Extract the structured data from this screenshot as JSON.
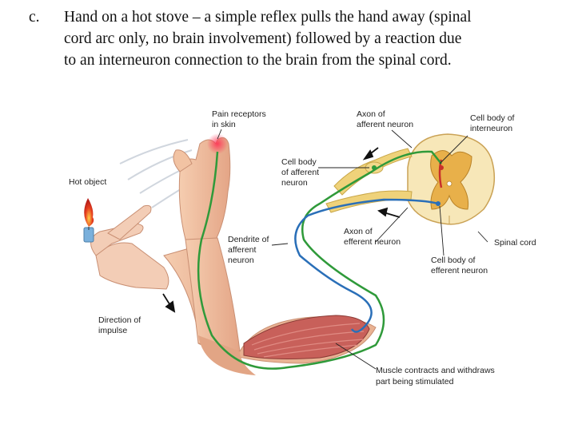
{
  "text_block": {
    "marker": "c.",
    "lines": [
      "Hand on a hot stove – a simple reflex pulls the hand away (spinal",
      "cord arc only, no brain involvement) followed by a reaction due",
      "to an interneuron connection to the brain from the spinal cord."
    ]
  },
  "diagram": {
    "labels": {
      "pain_receptors": [
        "Pain receptors",
        "in skin"
      ],
      "hot_object": [
        "Hot object"
      ],
      "axon_afferent": [
        "Axon of",
        "afferent neuron"
      ],
      "cell_body_interneuron": [
        "Cell body of",
        "interneuron"
      ],
      "cell_body_afferent": [
        "Cell body",
        "of afferent",
        "neuron"
      ],
      "axon_efferent": [
        "Axon of",
        "efferent neuron"
      ],
      "dendrite_afferent": [
        "Dendrite of",
        "afferent",
        "neuron"
      ],
      "spinal_cord": [
        "Spinal cord"
      ],
      "cell_body_efferent": [
        "Cell body of",
        "efferent neuron"
      ],
      "direction_impulse": [
        "Direction of",
        "impulse"
      ],
      "muscle": [
        "Muscle contracts and withdraws",
        "part being stimulated"
      ]
    },
    "colors": {
      "skin": "#f2c3a3",
      "skin_shade": "#d99a7a",
      "muscle": "#c8605a",
      "afferent_nerve": "#2f9a3a",
      "efferent_nerve": "#2a6fb8",
      "nerve_sheath": "#efd27a",
      "spinal_gray": "#e8b04a",
      "spinal_white": "#f7e7b8",
      "flame": "#d8332a",
      "candle": "#7ab0dc"
    }
  }
}
